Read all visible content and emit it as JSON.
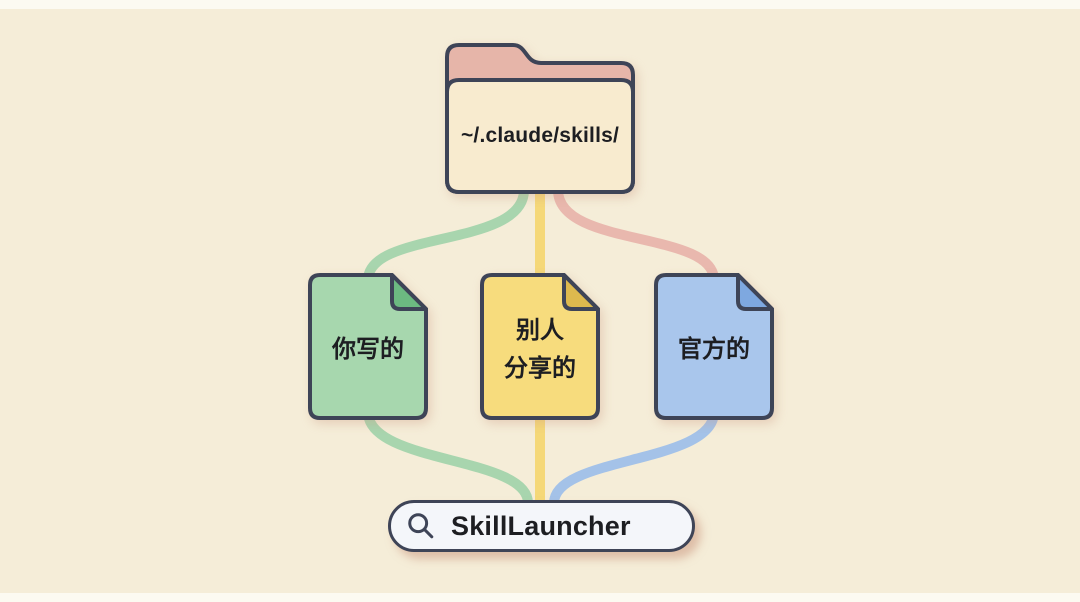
{
  "canvas": {
    "background_color": "#f5edd8",
    "edge_strip_color": "#fcfaf1"
  },
  "folder": {
    "label": "~/.claude/skills/",
    "tab_color": "#e6b5a9",
    "body_color": "#f8ebcf",
    "border_color": "#3e4457"
  },
  "documents": [
    {
      "id": "user-written",
      "label": "你写的",
      "fill": "#a7d7ae",
      "fold_fill": "#6cba81"
    },
    {
      "id": "shared",
      "label": "别人\n分享的",
      "fill": "#f7dc7d",
      "fold_fill": "#ddb94e"
    },
    {
      "id": "official",
      "label": "官方的",
      "fill": "#a9c6ec",
      "fold_fill": "#7ea8e0"
    }
  ],
  "connectors": {
    "green_color": "#a8d5ae",
    "yellow_color": "#f5d878",
    "pink_color": "#e9b8ae",
    "blue_color": "#a4c2e8"
  },
  "search": {
    "value": "SkillLauncher",
    "icon": "magnifier-icon",
    "fill_color": "#f4f6fa",
    "border_color": "#3e4457"
  }
}
